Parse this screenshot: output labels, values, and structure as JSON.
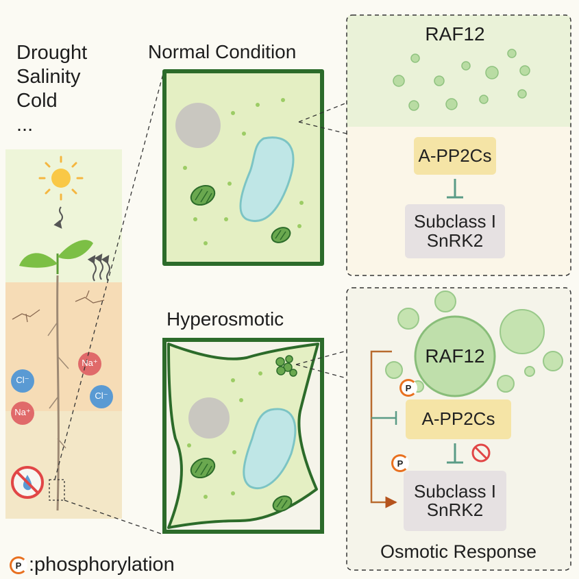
{
  "stressors": [
    "Drought",
    "Salinity",
    "Cold",
    "..."
  ],
  "ions": {
    "chloride": "Cl⁻",
    "sodium": "Na⁺"
  },
  "normal": {
    "title": "Normal Condition",
    "raf": "RAF12",
    "pp2c": "A-PP2Cs",
    "snrk_line1": "Subclass I",
    "snrk_line2": "SnRK2"
  },
  "hyper": {
    "title": "Hyperosmotic",
    "raf": "RAF12",
    "pp2c": "A-PP2Cs",
    "snrk_line1": "Subclass I",
    "snrk_line2": "SnRK2",
    "response": "Osmotic Response",
    "p_mark": "P"
  },
  "legend": {
    "symbol": "P",
    "text": ":phosphorylation"
  },
  "colors": {
    "cell_green": "#e3efc2",
    "cell_border": "#2c6b2a",
    "vacuole": "#bfe6e6",
    "nucleus": "#c9c7c0",
    "pp2c_box": "#f5e4a6",
    "snrk_box": "#e6e1e2",
    "inhibit": "#5a9b86",
    "activate": "#b86a2e",
    "phospho": "#e8701f"
  },
  "icons": [
    "sun-icon",
    "heat-wave-icon",
    "no-water-icon",
    "phospho-icon",
    "forbidden-icon"
  ]
}
